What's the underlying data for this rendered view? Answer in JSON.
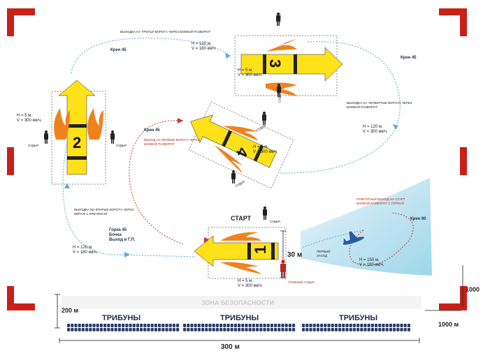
{
  "gates": {
    "start": {
      "title": "СТАРТ",
      "number": "1",
      "params": "H = 5 м.\nV = 300 км/ч.",
      "judge": "СУДЬЯ",
      "chief_judge": "ГЛАВНЫЙ СУДЬЯ",
      "width": "30 м"
    },
    "gate2": {
      "number": "2",
      "params": "H = 5 м.\nV = 300 км/ч.",
      "judge_left": "СУДЬЯ",
      "judge_right": "СУДЬЯ"
    },
    "gate3": {
      "number": "3",
      "params": "H = 5 м.\nV = 300 км/ч.",
      "judge_top": "СУДЬЯ",
      "judge_bottom": "СУДЬЯ"
    },
    "gate4": {
      "number": "4",
      "params": "H = 5 м.\nV = 300 км/ч.",
      "judge_top": "СУДЬЯ",
      "judge_bottom": "СУДЬЯ"
    }
  },
  "route": {
    "exit_third": "ВЫХОДКА НА ТРЕТЬИ ВОРОТА ЧЕРЕЗ БОЕВОЙ РАЗВОРОТ",
    "bank45_top": "Крен 45",
    "top_params": "H = 120 м.\nV = 180 км/ч.",
    "bank45_right": "Крен 45",
    "exit_fourth": "ВЫХОДКА НА ЧЕТВЕРТЫЕ ВОРОТА ЧЕРЕЗ\nБОЕВОЙ РАЗВОРОТ",
    "right_params": "H = 120 м.\nV = 300 км/ч.",
    "bank45_mid": "Крен 45",
    "exit_first": "ВЫХОД НА ПЕРВЫЕ ВОРОТА ЧЕРЕЗ\nБОЕВОЙ РАЗВОРОТ",
    "exit_second": "ВЫХОДКА ВО ВТОРЫЕ ВОРОТА ЧЕРЕЗ:\nВИРАЖ С КРЕНОМ 60",
    "maneuvers": "Горка 45\nБочка\nВыход в Г.П.",
    "left_params": "H = 120 м.\nV = 180 км/ч.",
    "repeat_exit": "ПОВТОРНЫЙ ВЫХОД НА СТАРТ\nБОЕВОЙ РАЗВОРОТ С ГОРКОЙ",
    "bank60": "Крен 60",
    "first_approach": "ПЕРВЫЙ\nЗАХОД",
    "approach_params": "H = 150 м.\nV = 180 км/ч."
  },
  "ground": {
    "safety_zone": "ЗОНА БЕЗОПАСНОСТИ",
    "tribunes": [
      "ТРИБУНЫ",
      "ТРИБУНЫ",
      "ТРИБУНЫ"
    ],
    "dist_200": "200 м",
    "dist_300": "300 м",
    "dist_1000_h": "1000 м",
    "dist_1000_v": "1000"
  },
  "colors": {
    "arrow": "#ffe11a",
    "corner": "#c9201a",
    "flame": "#f0821e",
    "route_blue": "#5aaad8",
    "route_red": "#c0392b",
    "sky": "#bfe6f2",
    "tribune": "#2b3d6b"
  }
}
